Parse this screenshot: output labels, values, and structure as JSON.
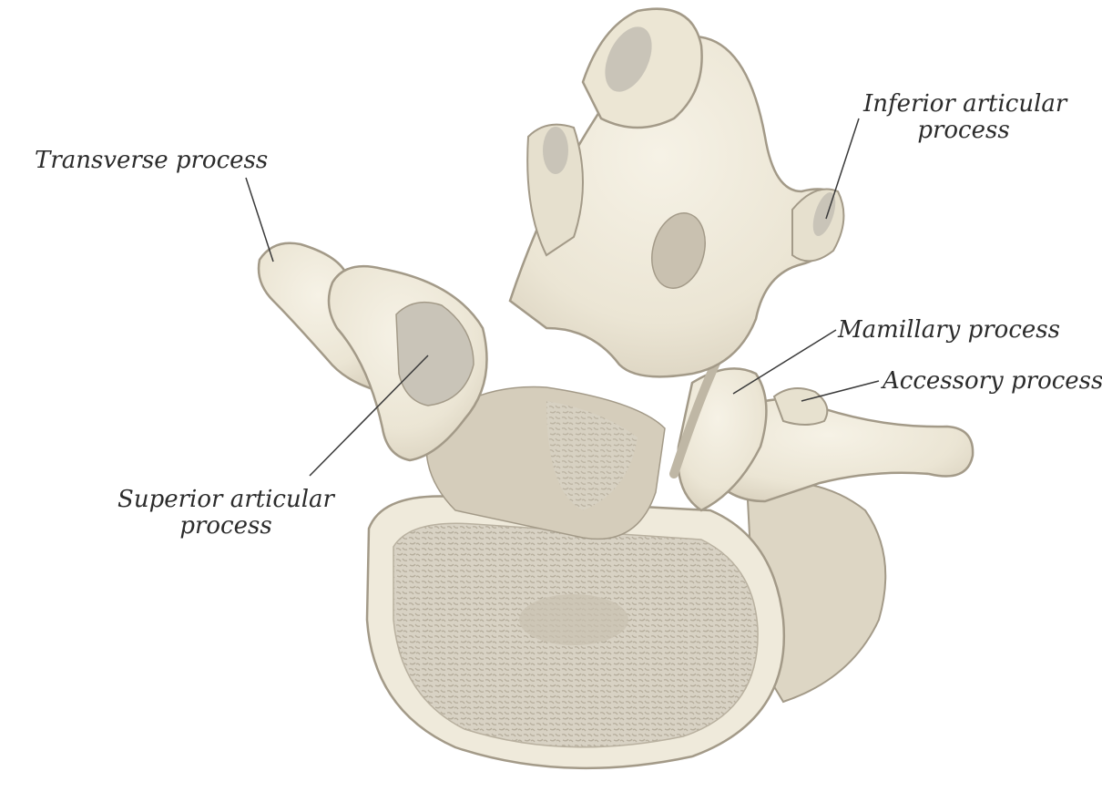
{
  "labels": {
    "transverse": "Transverse process",
    "inferior_1": "Inferior articular",
    "inferior_2": "process",
    "mamillary": "Mamillary process",
    "accessory": "Accessory process",
    "superior_1": "Superior articular",
    "superior_2": "process"
  },
  "colors": {
    "bone_fill": "#efeadb",
    "bone_outline": "#a39a88",
    "bone_shadow": "#d9d2c0",
    "facet": "#c9c4b8",
    "cancellous_bg": "#d1cbbd",
    "cancellous_pattern": "#b8b0a0",
    "leader_line": "#3a3a3a"
  }
}
